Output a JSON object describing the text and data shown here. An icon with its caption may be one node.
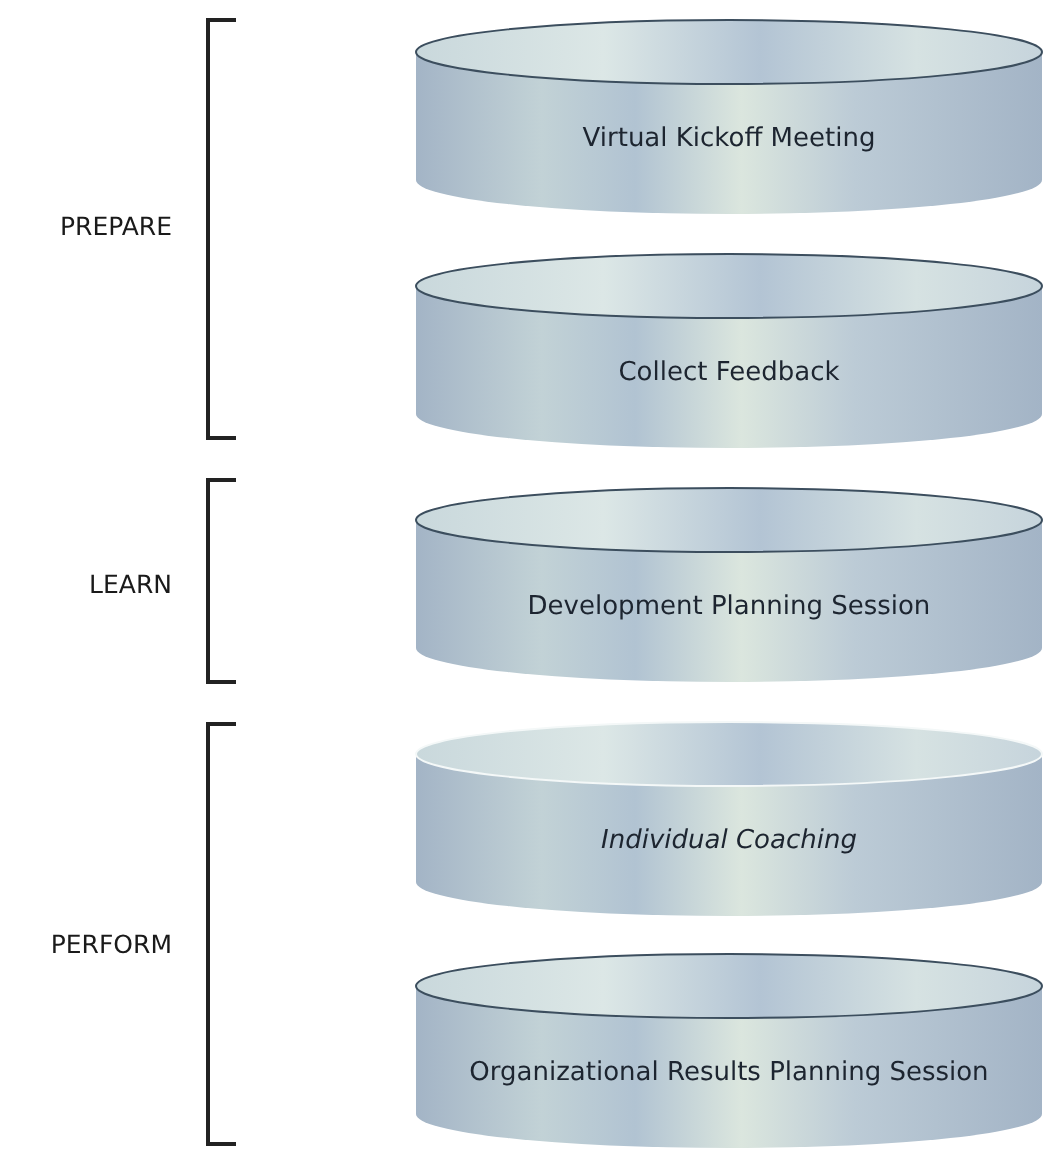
{
  "diagram": {
    "nodes": [
      {
        "text": [
          "Virtual Kickoff Meeting"
        ]
      },
      {
        "text": [
          "Collect Feedback"
        ]
      },
      {
        "text": [
          "Development Planning Session"
        ]
      },
      {
        "text": [
          "Individual Coaching"
        ]
      },
      {
        "text": [
          "Organizational Results Planning Session"
        ]
      }
    ],
    "labels": [
      "PREPARE",
      "LEARN",
      "PERFORM"
    ]
  }
}
